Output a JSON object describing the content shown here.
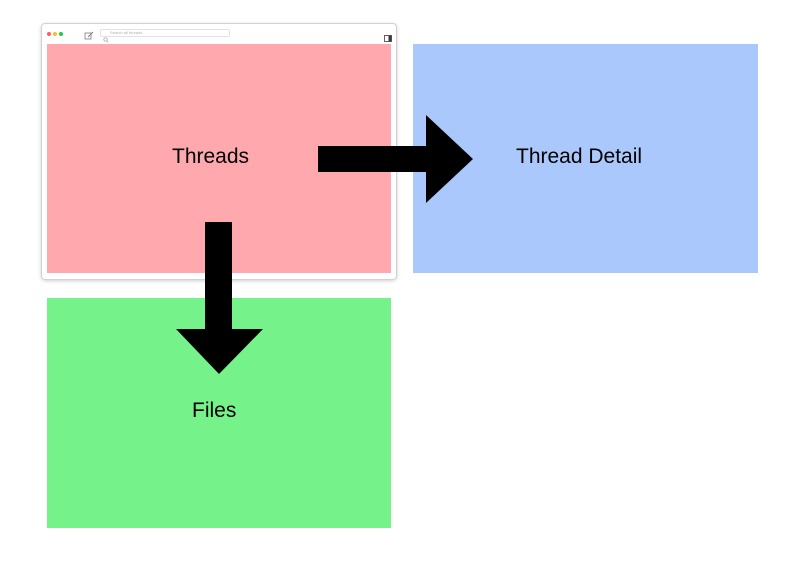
{
  "window": {
    "search_placeholder": "Search all threads"
  },
  "panels": {
    "threads": {
      "label": "Threads",
      "color": "#ffa8ad"
    },
    "thread_detail": {
      "label": "Thread Detail",
      "color": "#aac8fc"
    },
    "files": {
      "label": "Files",
      "color": "#76f28a"
    }
  },
  "arrows": {
    "color": "#000000",
    "threads_to_detail": "threads -> thread_detail",
    "threads_to_files": "threads -> files"
  },
  "icons": {
    "compose": "compose-icon",
    "search": "search-icon",
    "sidebar": "sidebar-toggle-icon"
  }
}
